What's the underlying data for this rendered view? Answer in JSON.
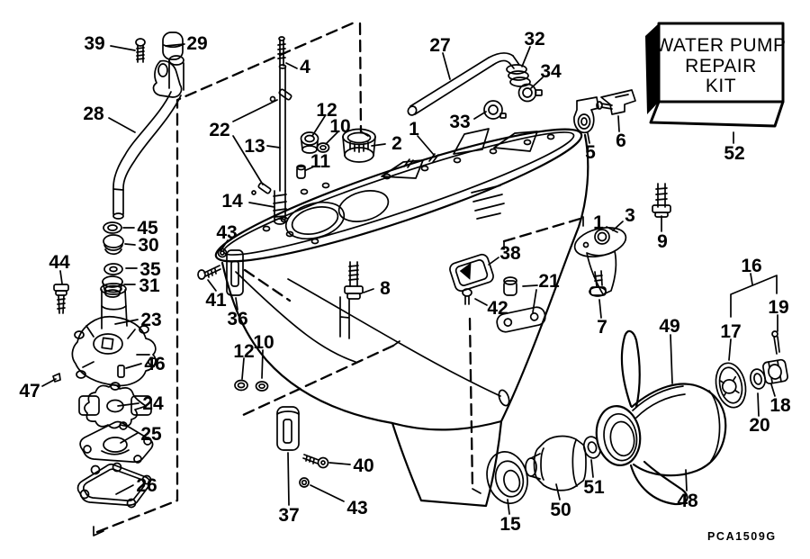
{
  "title": "Water pump exploded parts diagram",
  "drawing_code": "PCA1509G",
  "colors": {
    "ink": "#000000",
    "paper": "#ffffff"
  },
  "kit_box": {
    "line1": "WATER PUMP",
    "line2": "REPAIR",
    "line3": "KIT"
  },
  "callouts": {
    "n1": "1",
    "n1b": "1",
    "n2": "2",
    "n3": "3",
    "n4": "4",
    "n5": "5",
    "n6": "6",
    "n7": "7",
    "n8": "8",
    "n9": "9",
    "n10a": "10",
    "n10b": "10",
    "n11": "11",
    "n12a": "12",
    "n12b": "12",
    "n13": "13",
    "n14": "14",
    "n15": "15",
    "n16": "16",
    "n17": "17",
    "n18": "18",
    "n19": "19",
    "n20": "20",
    "n21": "21",
    "n22": "22",
    "n23": "23",
    "n24": "24",
    "n25": "25",
    "n26": "26",
    "n27": "27",
    "n28": "28",
    "n29": "29",
    "n30": "30",
    "n31": "31",
    "n32": "32",
    "n33": "33",
    "n34": "34",
    "n35": "35",
    "n36": "36",
    "n37": "37",
    "n38": "38",
    "n39": "39",
    "n40": "40",
    "n41": "41",
    "n42": "42",
    "n43a": "43",
    "n43b": "43",
    "n44": "44",
    "n45": "45",
    "n46": "46",
    "n47": "47",
    "n48": "48",
    "n49": "49",
    "n50": "50",
    "n51": "51",
    "n52": "52"
  }
}
